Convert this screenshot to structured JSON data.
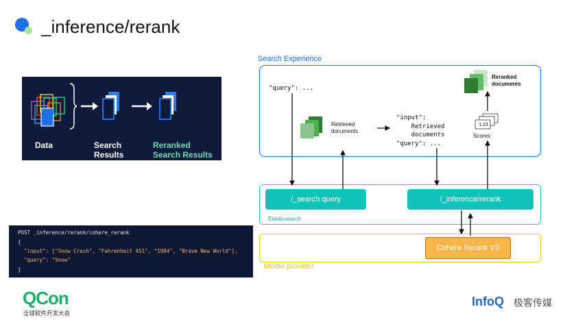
{
  "title": "_inference/rerank",
  "left_panel": {
    "labels": {
      "data": "Data",
      "search_results": "Search\nResults",
      "reranked_results": "Reranked\nSearch Results"
    }
  },
  "code": {
    "lines": [
      "POST _inference/rerank/cohere_rerank",
      "{",
      "  \"input\": [\"Snow Crash\", \"Fahrenheit 451\", \"1984\", \"Brave New World\"],",
      "  \"query\": \"Snow\"",
      "}"
    ]
  },
  "diagram": {
    "search_experience_label": "Search Experience",
    "query_text": "\"query\": ...",
    "retrieved_documents": "Retrieved\ndocuments",
    "input_block": "\"input\":\n    Retrieved\n    documents\n\"query\": ...",
    "reranked_documents": "Reranked\ndocuments",
    "score_value": "1.23",
    "scores_label": "Scores",
    "search_query_button": "/_search query",
    "inference_rerank_button": "/_inference/rerank",
    "elasticsearch_label": "Elasticsearch",
    "cohere_button": "Cohere Rerank V3",
    "model_provider_label": "Model provider"
  },
  "footer": {
    "qcon_logo": "QCon",
    "qcon_subtitle": "全球软件开发大会",
    "infoq_logo": "InfoQ",
    "infoq_subtitle": "极客传媒"
  },
  "colors": {
    "blue": "#1f6fe6",
    "teal": "#12c3ba",
    "orange": "#f9b44a",
    "yellow_border": "#f0c419",
    "green_doc": "#3f8f35"
  }
}
